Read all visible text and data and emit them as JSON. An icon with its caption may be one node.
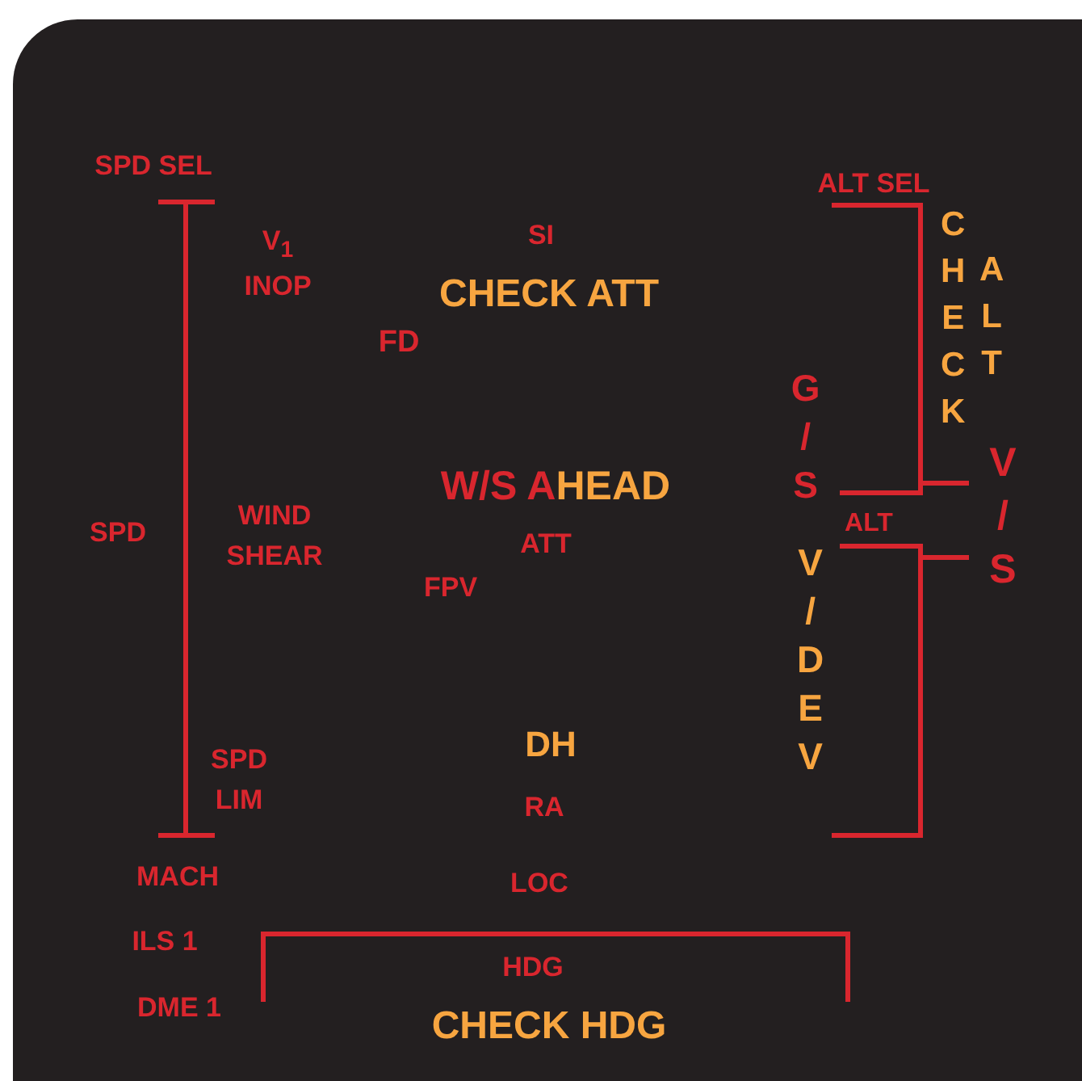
{
  "diagram": {
    "labels": [
      "SPD SEL",
      "ALT SEL",
      "SI",
      "V$_{1}$ INOP",
      "CHECK",
      "ALT",
      "CHECK ATT",
      "FD",
      "G/S",
      "W/S AHEAD",
      "V/S",
      "SPD",
      "WIND SHEAR",
      "ALT",
      "ATT",
      "V/DEV",
      "FPV",
      "DH",
      "SPD LIM",
      "RA",
      "MACH",
      "LOC",
      "ILS 1",
      "HDG",
      "DME 1",
      "CHECK HDG"
    ]
  }
}
